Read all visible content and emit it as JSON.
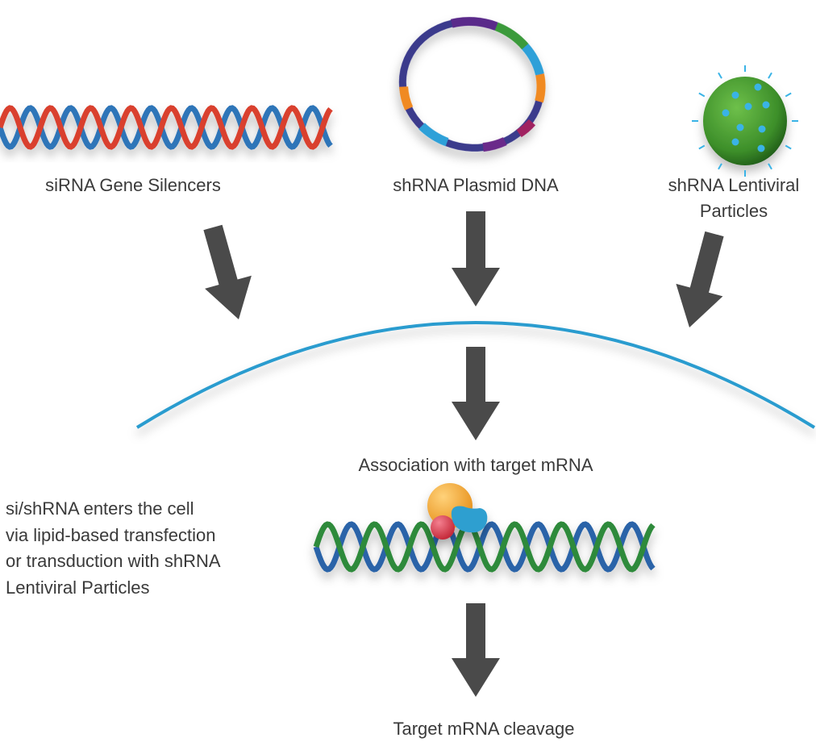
{
  "sources": [
    {
      "label": "siRNA Gene Silencers",
      "icon": "double-helix-red-blue"
    },
    {
      "label": "shRNA Plasmid DNA",
      "icon": "plasmid-ring"
    },
    {
      "label_line1": "shRNA Lentiviral",
      "label_line2": "Particles",
      "icon": "lentiviral-particle"
    }
  ],
  "steps": {
    "association": "Association with target mRNA",
    "cleavage": "Target mRNA cleavage"
  },
  "note": {
    "lines": [
      "si/shRNA enters the cell",
      "via lipid-based transfection",
      "or transduction with shRNA",
      "Lentiviral Particles"
    ]
  },
  "colors": {
    "arrow": "#4a4a4a",
    "membrane": "#2b9ccf",
    "sirna_strand_a": "#d9412f",
    "sirna_strand_b": "#2f74b8",
    "mrna_strand_a": "#2e8a3a",
    "mrna_strand_b": "#2c64a8"
  }
}
